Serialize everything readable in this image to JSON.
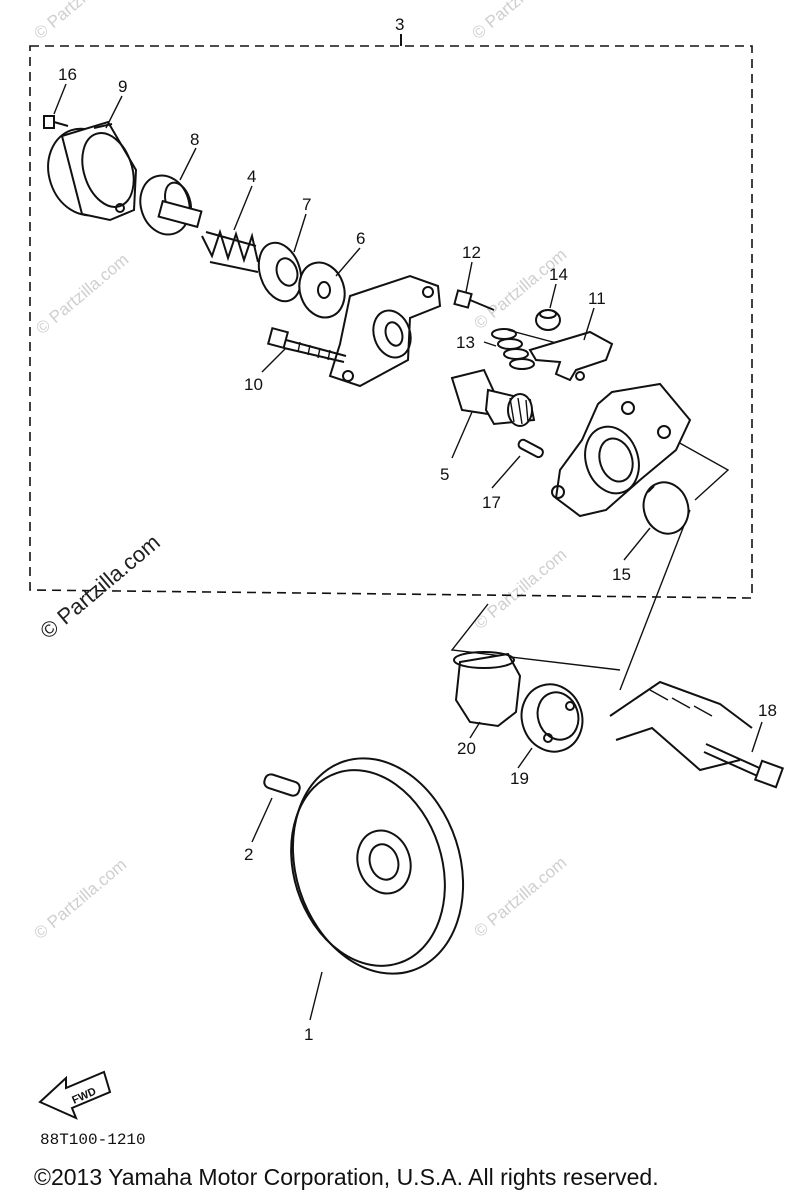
{
  "assembly_label": "3",
  "callouts": {
    "p1": "1",
    "p2": "2",
    "p4": "4",
    "p5": "5",
    "p6": "6",
    "p7": "7",
    "p8": "8",
    "p9": "9",
    "p10": "10",
    "p11": "11",
    "p12": "12",
    "p13": "13",
    "p14": "14",
    "p15": "15",
    "p16": "16",
    "p17": "17",
    "p18": "18",
    "p19": "19",
    "p20": "20"
  },
  "fwd_label": "FWD",
  "watermark_text": "© Partzilla.com",
  "catalog_code": "88T100-1210",
  "copyright": "©2013  Yamaha Motor Corporation, U.S.A. All rights reserved."
}
